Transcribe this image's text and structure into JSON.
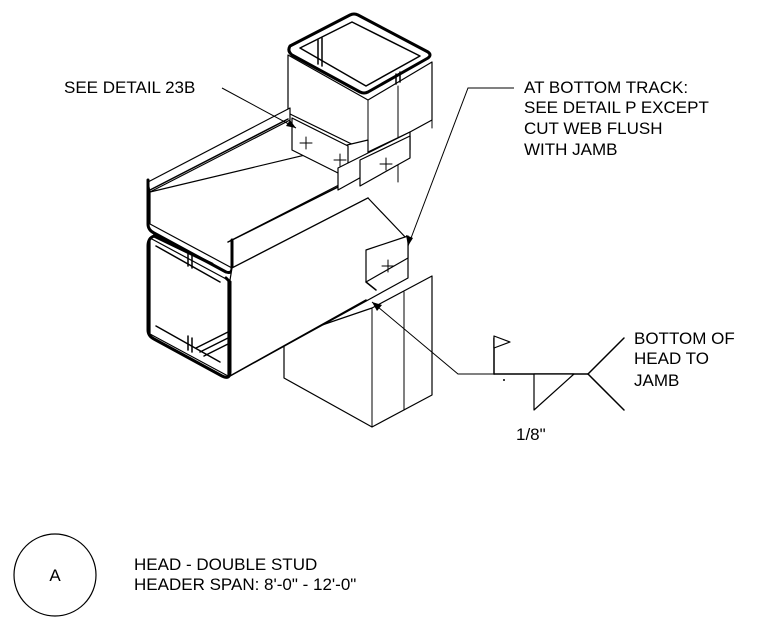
{
  "callouts": {
    "detail_23b": "SEE DETAIL 23B",
    "bottom_track": [
      "AT BOTTOM TRACK:",
      "SEE DETAIL P EXCEPT",
      "CUT WEB FLUSH",
      "WITH JAMB"
    ],
    "weld_note": [
      "BOTTOM OF",
      "HEAD TO",
      "JAMB"
    ],
    "weld_size": "1/8\""
  },
  "title_block": {
    "detail_letter": "A",
    "line1": "HEAD - DOUBLE STUD",
    "line2": "HEADER SPAN: 8'-0\" - 12'-0\""
  }
}
